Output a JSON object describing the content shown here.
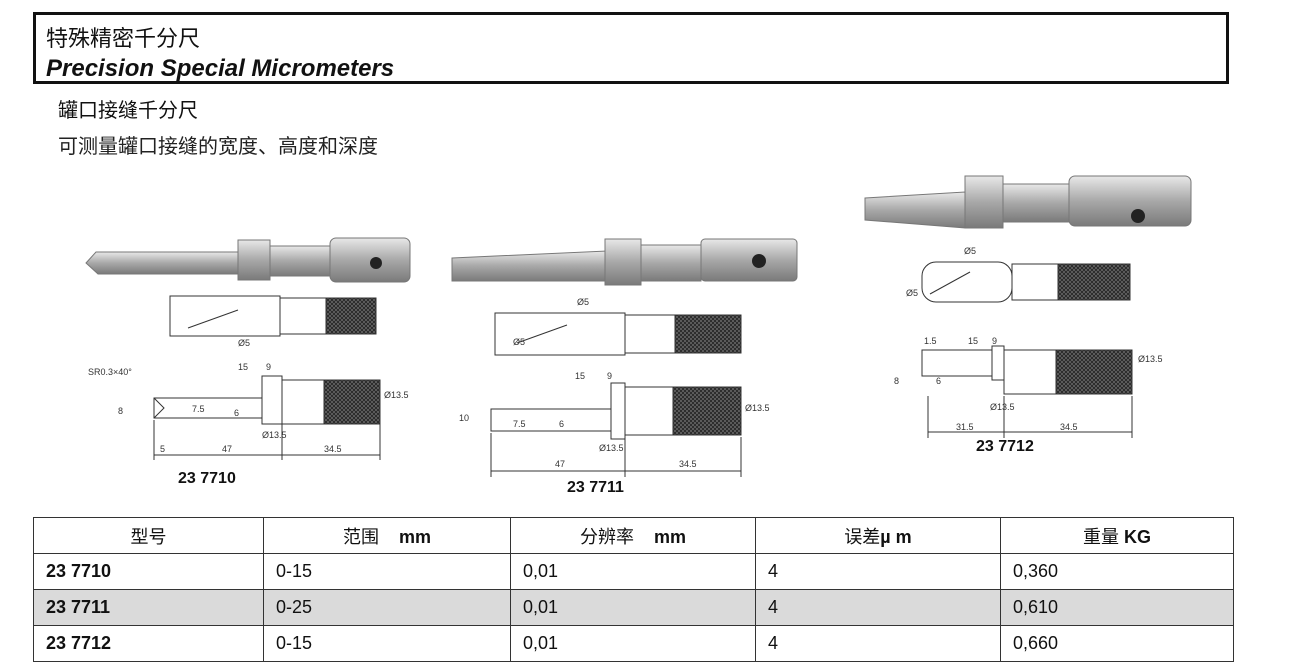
{
  "header": {
    "title_cn": "特殊精密千分尺",
    "title_en": "Precision Special Micrometers"
  },
  "section": {
    "title": "罐口接缝千分尺",
    "description": "可测量罐口接缝的宽度、高度和深度"
  },
  "figures": [
    {
      "model": "23 7710",
      "dims": [
        "SR0.3×40°",
        "15",
        "9",
        "8",
        "7.5",
        "6",
        "Ø13.5",
        "Ø13.5",
        "5",
        "47",
        "34.5",
        "Ø5"
      ]
    },
    {
      "model": "23 7711",
      "dims": [
        "15",
        "9",
        "10",
        "7.5",
        "6",
        "Ø13.5",
        "Ø13.5",
        "47",
        "34.5",
        "Ø5",
        "Ø5"
      ]
    },
    {
      "model": "23 7712",
      "dims": [
        "1.5",
        "15",
        "9",
        "8",
        "6",
        "Ø13.5",
        "Ø13.5",
        "31.5",
        "34.5",
        "Ø5",
        "Ø5"
      ]
    }
  ],
  "table": {
    "headers": [
      {
        "cn": "型号",
        "unit": ""
      },
      {
        "cn": "范围",
        "unit": "mm"
      },
      {
        "cn": "分辨率",
        "unit": "mm"
      },
      {
        "cn": "误差",
        "unit": "µ m"
      },
      {
        "cn": "重量",
        "unit": "KG"
      }
    ],
    "rows": [
      [
        "23 7710",
        "0-15",
        "0,01",
        "4",
        "0,360"
      ],
      [
        "23 7711",
        "0-25",
        "0,01",
        "4",
        "0,610"
      ],
      [
        "23 7712",
        "0-15",
        "0,01",
        "4",
        "0,660"
      ]
    ]
  }
}
